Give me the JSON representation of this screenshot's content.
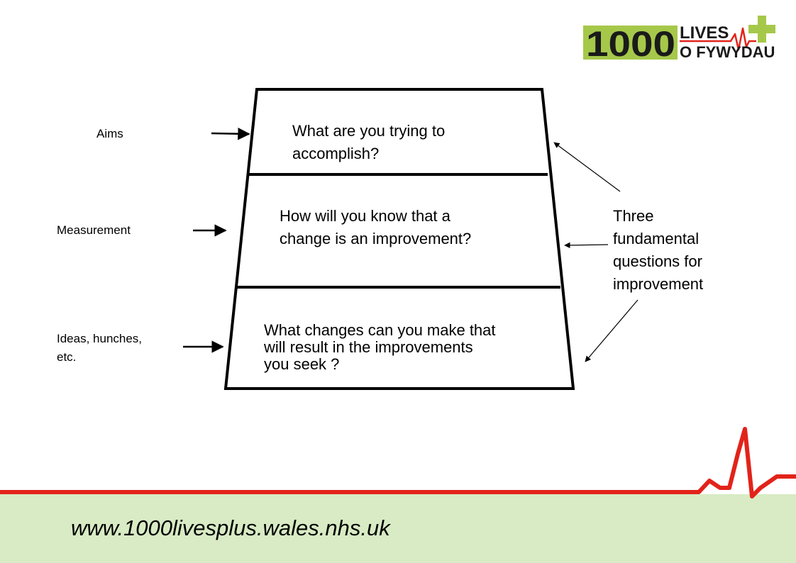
{
  "labels": {
    "aims": "Aims",
    "measurement": "Measurement",
    "ideas_line1": "Ideas, hunches,",
    "ideas_line2": "etc."
  },
  "questions": {
    "q1_line1": "What are you trying to",
    "q1_line2": "accomplish?",
    "q2_line1": "How will you know that a",
    "q2_line2": "change is an improvement?",
    "q3_line1": "What changes can you make that",
    "q3_line2": "will result in the improvements",
    "q3_line3": "you seek ?"
  },
  "side_note": {
    "line1": "Three",
    "line2": "fundamental",
    "line3": "questions for",
    "line4": "improvement"
  },
  "logo": {
    "number": "1000",
    "line1": "LIVES",
    "line2": "O FYWYDAU"
  },
  "footer": {
    "url": "www.1000livesplus.wales.nhs.uk"
  },
  "colors": {
    "brand_green": "#a6c84a",
    "brand_red": "#e2231a",
    "footer_band": "#d8ebc4"
  }
}
